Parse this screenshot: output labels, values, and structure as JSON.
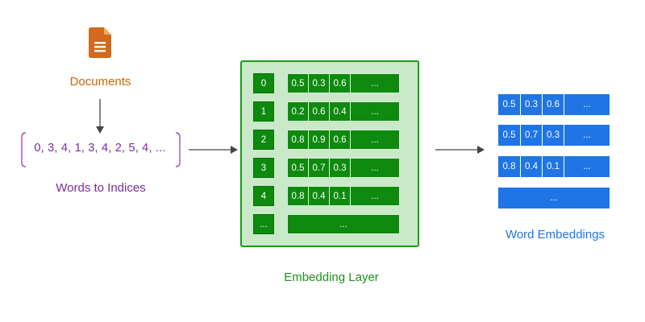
{
  "documents": {
    "label": "Documents",
    "icon": "document-icon",
    "color": "#cc6600"
  },
  "indices": {
    "sequence": "0, 3, 4, 1, 3, 4, 2, 5, 4, ...",
    "label": "Words to Indices",
    "color": "#7b2a9c"
  },
  "embedding_layer": {
    "label": "Embedding Layer",
    "color": "#0e8a0e",
    "rows": [
      {
        "index": "0",
        "values": [
          "0.5",
          "0.3",
          "0.6",
          "..."
        ]
      },
      {
        "index": "1",
        "values": [
          "0.2",
          "0.6",
          "0.4",
          "..."
        ]
      },
      {
        "index": "2",
        "values": [
          "0.8",
          "0.9",
          "0.6",
          "..."
        ]
      },
      {
        "index": "3",
        "values": [
          "0.5",
          "0.7",
          "0.3",
          "..."
        ]
      },
      {
        "index": "4",
        "values": [
          "0.8",
          "0.4",
          "0.1",
          "..."
        ]
      },
      {
        "index": "...",
        "values": [
          "..."
        ]
      }
    ]
  },
  "word_embeddings": {
    "label": "Word Embeddings",
    "color": "#1f74e6",
    "rows": [
      {
        "values": [
          "0.5",
          "0.3",
          "0.6",
          "..."
        ]
      },
      {
        "values": [
          "0.5",
          "0.7",
          "0.3",
          "..."
        ]
      },
      {
        "values": [
          "0.8",
          "0.4",
          "0.1",
          "..."
        ]
      },
      {
        "values": [
          "..."
        ]
      }
    ]
  }
}
